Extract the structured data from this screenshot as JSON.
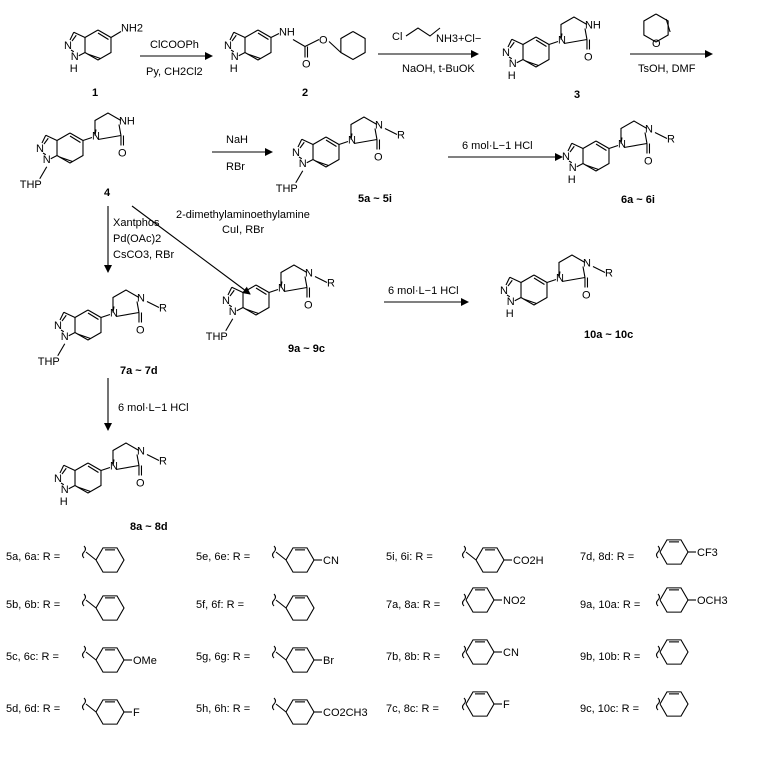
{
  "compounds": {
    "c1": "1",
    "c2": "2",
    "c3": "3",
    "c4": "4",
    "c5": "5a ~ 5i",
    "c6": "6a ~ 6i",
    "c7": "7a ~ 7d",
    "c8": "8a ~ 8d",
    "c9": "9a ~ 9c",
    "c10": "10a ~ 10c"
  },
  "atoms": {
    "N": "N",
    "H": "H",
    "NH": "NH",
    "NH2": "NH2",
    "O": "O",
    "R": "R",
    "THP": "THP",
    "Cl": "Cl"
  },
  "conditions": {
    "step1_top": "ClCOOPh",
    "step1_bottom": "Py, CH2Cl2",
    "step2_reagent": "NH3+Cl−",
    "step2_bottom": "NaOH, t-BuOK",
    "step3_bottom": "TsOH, DMF",
    "step4_top": "NaH",
    "step4_bottom": "RBr",
    "step5": "6 mol·L−1 HCl",
    "step6_a": "Xantphos",
    "step6_b": "Pd(OAc)2",
    "step6_c": "CsCO3, RBr",
    "step7_a": "2-dimethylaminoethylamine",
    "step7_b": "CuI, RBr",
    "step8": "6 mol·L−1 HCl",
    "step9": "6 mol·L−1 HCl"
  },
  "r_groups": [
    {
      "label": "5a, 6a: R =",
      "sub": ""
    },
    {
      "label": "5b, 6b: R =",
      "sub": ""
    },
    {
      "label": "5c, 6c: R =",
      "sub": "OMe"
    },
    {
      "label": "5d, 6d: R =",
      "sub": "F"
    },
    {
      "label": "5e, 6e: R =",
      "sub": "CN"
    },
    {
      "label": "5f, 6f: R =",
      "sub": ""
    },
    {
      "label": "5g, 6g: R =",
      "sub": "Br"
    },
    {
      "label": "5h, 6h: R =",
      "sub": "CO2CH3"
    },
    {
      "label": "5i, 6i: R =",
      "sub": "CO2H"
    },
    {
      "label": "7a, 8a: R =",
      "sub": "NO2"
    },
    {
      "label": "7b, 8b: R =",
      "sub": "CN"
    },
    {
      "label": "7c, 8c: R =",
      "sub": "F"
    },
    {
      "label": "7d, 8d: R =",
      "sub": "CF3"
    },
    {
      "label": "9a, 10a: R =",
      "sub": "OCH3"
    },
    {
      "label": "9b, 10b: R =",
      "sub": ""
    },
    {
      "label": "9c, 10c: R =",
      "sub": ""
    }
  ]
}
